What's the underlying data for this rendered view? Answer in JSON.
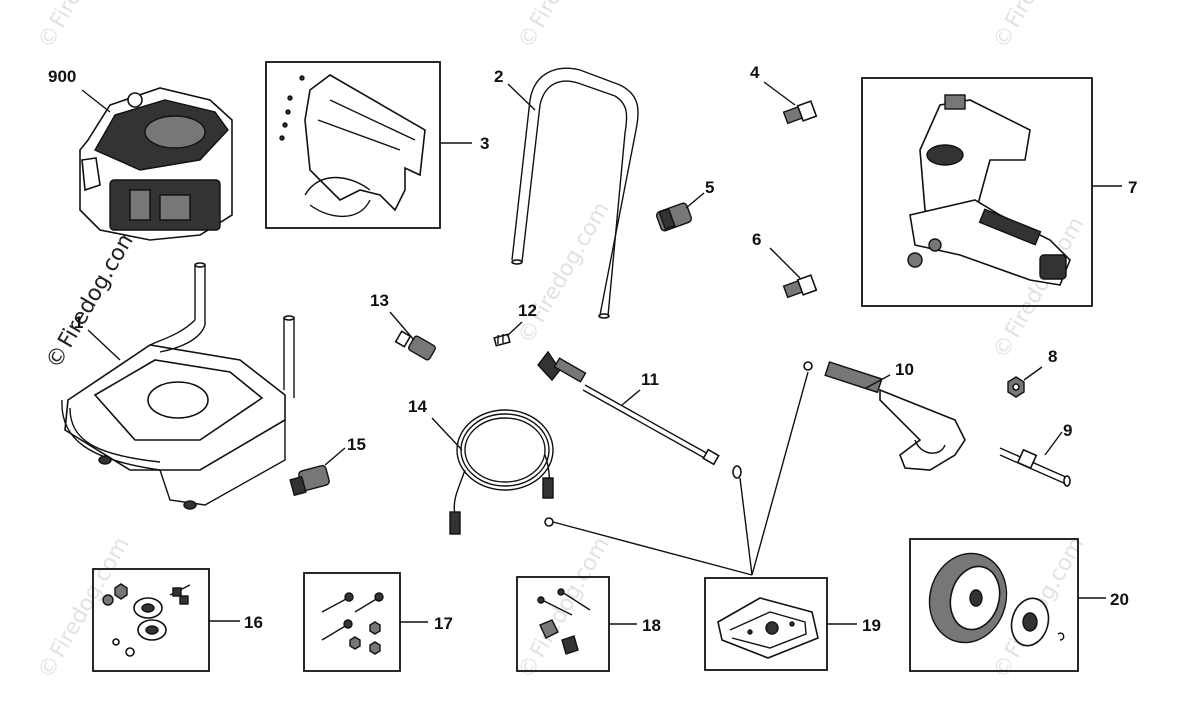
{
  "watermark": {
    "copyright_symbol": "©",
    "text": "Firedog.com"
  },
  "callouts": {
    "p900": "900",
    "p1": "1",
    "p2": "2",
    "p3": "3",
    "p4": "4",
    "p5": "5",
    "p6": "6",
    "p7": "7",
    "p8": "8",
    "p9": "9",
    "p10": "10",
    "p11": "11",
    "p12": "12",
    "p13": "13",
    "p14": "14",
    "p15": "15",
    "p16": "16",
    "p17": "17",
    "p18": "18",
    "p19": "19",
    "p20": "20"
  },
  "colors": {
    "line": "#111111",
    "watermark": "#e2e2e2",
    "background": "#ffffff"
  }
}
